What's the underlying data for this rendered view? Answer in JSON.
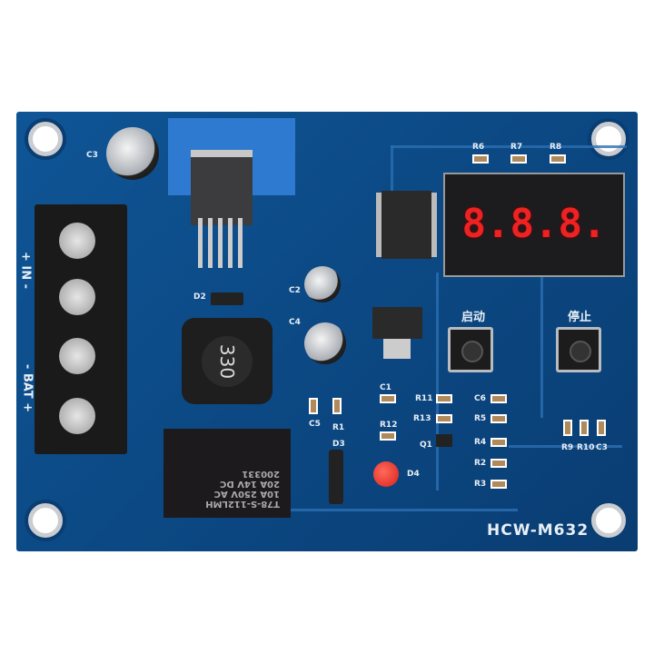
{
  "board": {
    "model": "HCW-M632",
    "color": "#0b4680"
  },
  "terminal": {
    "in_label": "+ IN -",
    "bat_label": "- BAT +"
  },
  "silkscreen": {
    "c3": "C3",
    "d2": "D2",
    "c2": "C2",
    "c4": "C4",
    "c5": "C5",
    "r1": "R1",
    "d3": "D3",
    "d4": "D4",
    "r6": "R6",
    "r7": "R7",
    "r8": "R8",
    "c1": "C1",
    "r11": "R11",
    "r13": "R13",
    "r12": "R12",
    "q1": "Q1",
    "c6": "C6",
    "r5": "R5",
    "r4": "R4",
    "r2": "R2",
    "r3": "R3",
    "r9": "R9",
    "r10": "R10",
    "c3b": "C3"
  },
  "inductor": {
    "marking": "330"
  },
  "relay": {
    "lines": [
      "200331",
      "20A 14V DC",
      "10A 250V AC",
      "T78-S-112LMH"
    ]
  },
  "display": {
    "digits": "8.8.8."
  },
  "buttons": {
    "start_label": "启动",
    "stop_label": "停止"
  }
}
